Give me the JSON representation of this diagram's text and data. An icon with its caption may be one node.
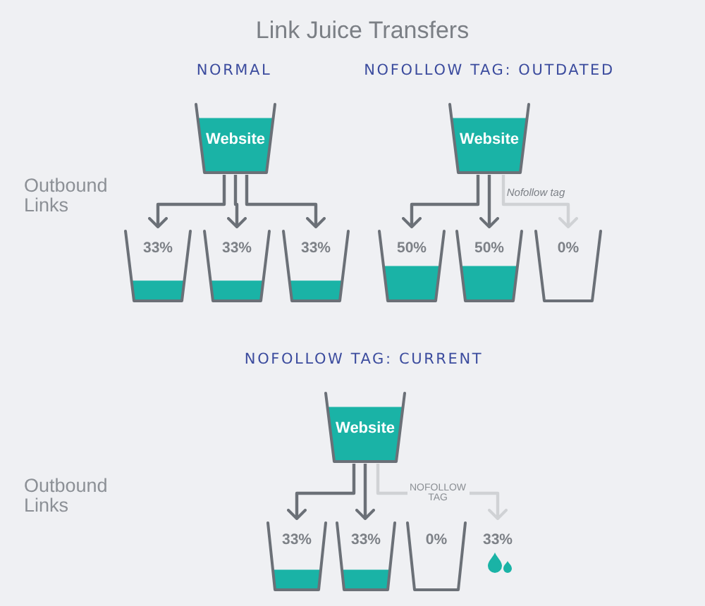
{
  "diagram": {
    "title": "Link Juice Transfers",
    "nodes": [
      {
        "text": [
          "Website"
        ]
      },
      {
        "text": [
          "33%"
        ]
      },
      {
        "text": [
          "33%"
        ]
      },
      {
        "text": [
          "33%"
        ]
      },
      {
        "text": [
          "Website"
        ]
      },
      {
        "text": [
          "50%"
        ]
      },
      {
        "text": [
          "50%"
        ]
      },
      {
        "text": [
          "0%"
        ]
      },
      {
        "text": [
          "Website"
        ]
      },
      {
        "text": [
          "33%"
        ]
      },
      {
        "text": [
          "33%"
        ]
      },
      {
        "text": [
          "0%"
        ]
      },
      {
        "text": [
          "33%"
        ]
      }
    ],
    "edges": [
      {
        "from": 0,
        "to": 1,
        "arrow": "to"
      },
      {
        "from": 0,
        "to": 2,
        "arrow": "to"
      },
      {
        "from": 0,
        "to": 3,
        "arrow": "to"
      },
      {
        "from": 4,
        "to": 5,
        "arrow": "to"
      },
      {
        "from": 4,
        "to": 6,
        "arrow": "to"
      },
      {
        "from": 4,
        "to": 7,
        "arrow": "to",
        "label": "Nofollow tag",
        "color": "#d0d2d5"
      },
      {
        "from": 8,
        "to": 9,
        "arrow": "to"
      },
      {
        "from": 8,
        "to": 10,
        "arrow": "to"
      },
      {
        "from": 8,
        "to": 12,
        "arrow": "to",
        "label": "NOFOLLOW TAG",
        "color": "#d0d2d5"
      }
    ],
    "labels": [
      "NORMAL",
      "NOFOLLOW TAG: OUTDATED",
      "Outbound Links",
      "NOFOLLOW TAG: CURRENT",
      "Outbound Links"
    ]
  }
}
